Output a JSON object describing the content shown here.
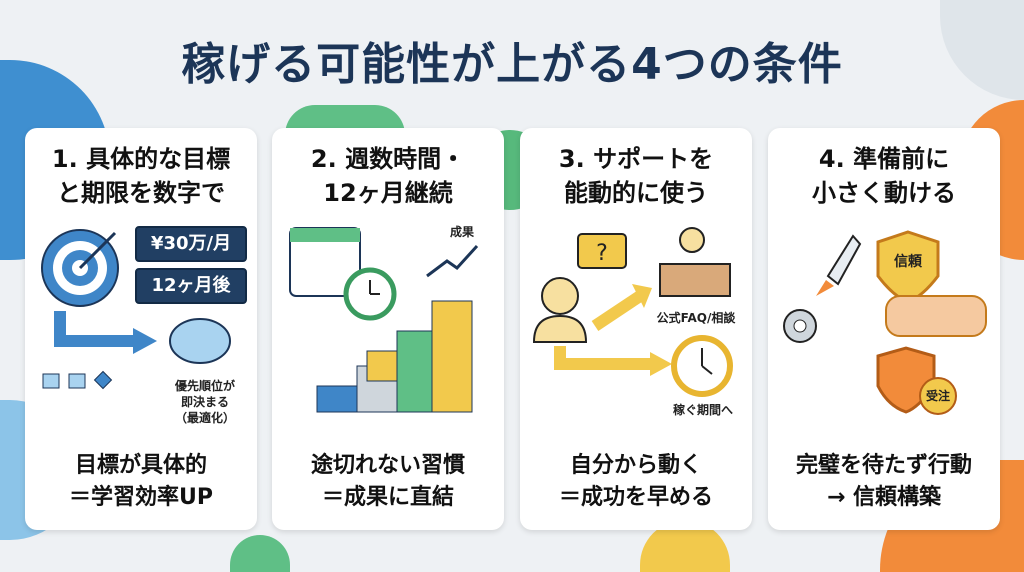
{
  "title": "稼げる可能性が上がる4つの条件",
  "cards": [
    {
      "heading1": "1. 具体的な目標",
      "heading2": "と期限を数字で",
      "tag1": "¥30万/月",
      "tag2": "12ヶ月後",
      "label1": "優先順位が",
      "label2": "即決まる",
      "label3": "（最適化）",
      "foot1": "目標が具体的",
      "foot2": "＝学習効率UP"
    },
    {
      "heading1": "2. 週数時間・",
      "heading2": "12ヶ月継続",
      "label": "成果",
      "foot1": "途切れない習慣",
      "foot2": "＝成果に直結"
    },
    {
      "heading1": "3. サポートを",
      "heading2": "能動的に使う",
      "label1": "公式FAQ/相談",
      "label2": "稼ぐ期間へ",
      "foot1": "自分から動く",
      "foot2": "＝成功を早める"
    },
    {
      "heading1": "4. 準備前に",
      "heading2": "小さく動ける",
      "badge1": "信頼",
      "badge2": "受注",
      "foot1": "完璧を待たず行動",
      "foot2": "→ 信頼構築"
    }
  ]
}
